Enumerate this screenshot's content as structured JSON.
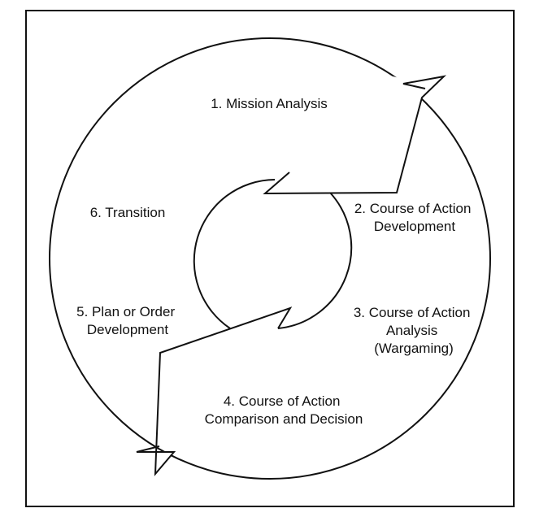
{
  "steps": [
    {
      "number": "1.",
      "lines": [
        "1. Mission Analysis"
      ]
    },
    {
      "number": "2.",
      "lines": [
        "2. Course of Action",
        "Development"
      ]
    },
    {
      "number": "3.",
      "lines": [
        "3. Course of Action",
        "Analysis",
        "(Wargaming)"
      ]
    },
    {
      "number": "4.",
      "lines": [
        "4. Course of Action",
        "Comparison and Decision"
      ]
    },
    {
      "number": "5.",
      "lines": [
        "5. Plan or Order",
        "Development"
      ]
    },
    {
      "number": "6.",
      "lines": [
        "6. Transition"
      ]
    }
  ],
  "colors": {
    "stroke": "#111111",
    "fill": "#ffffff",
    "text": "#111111"
  }
}
